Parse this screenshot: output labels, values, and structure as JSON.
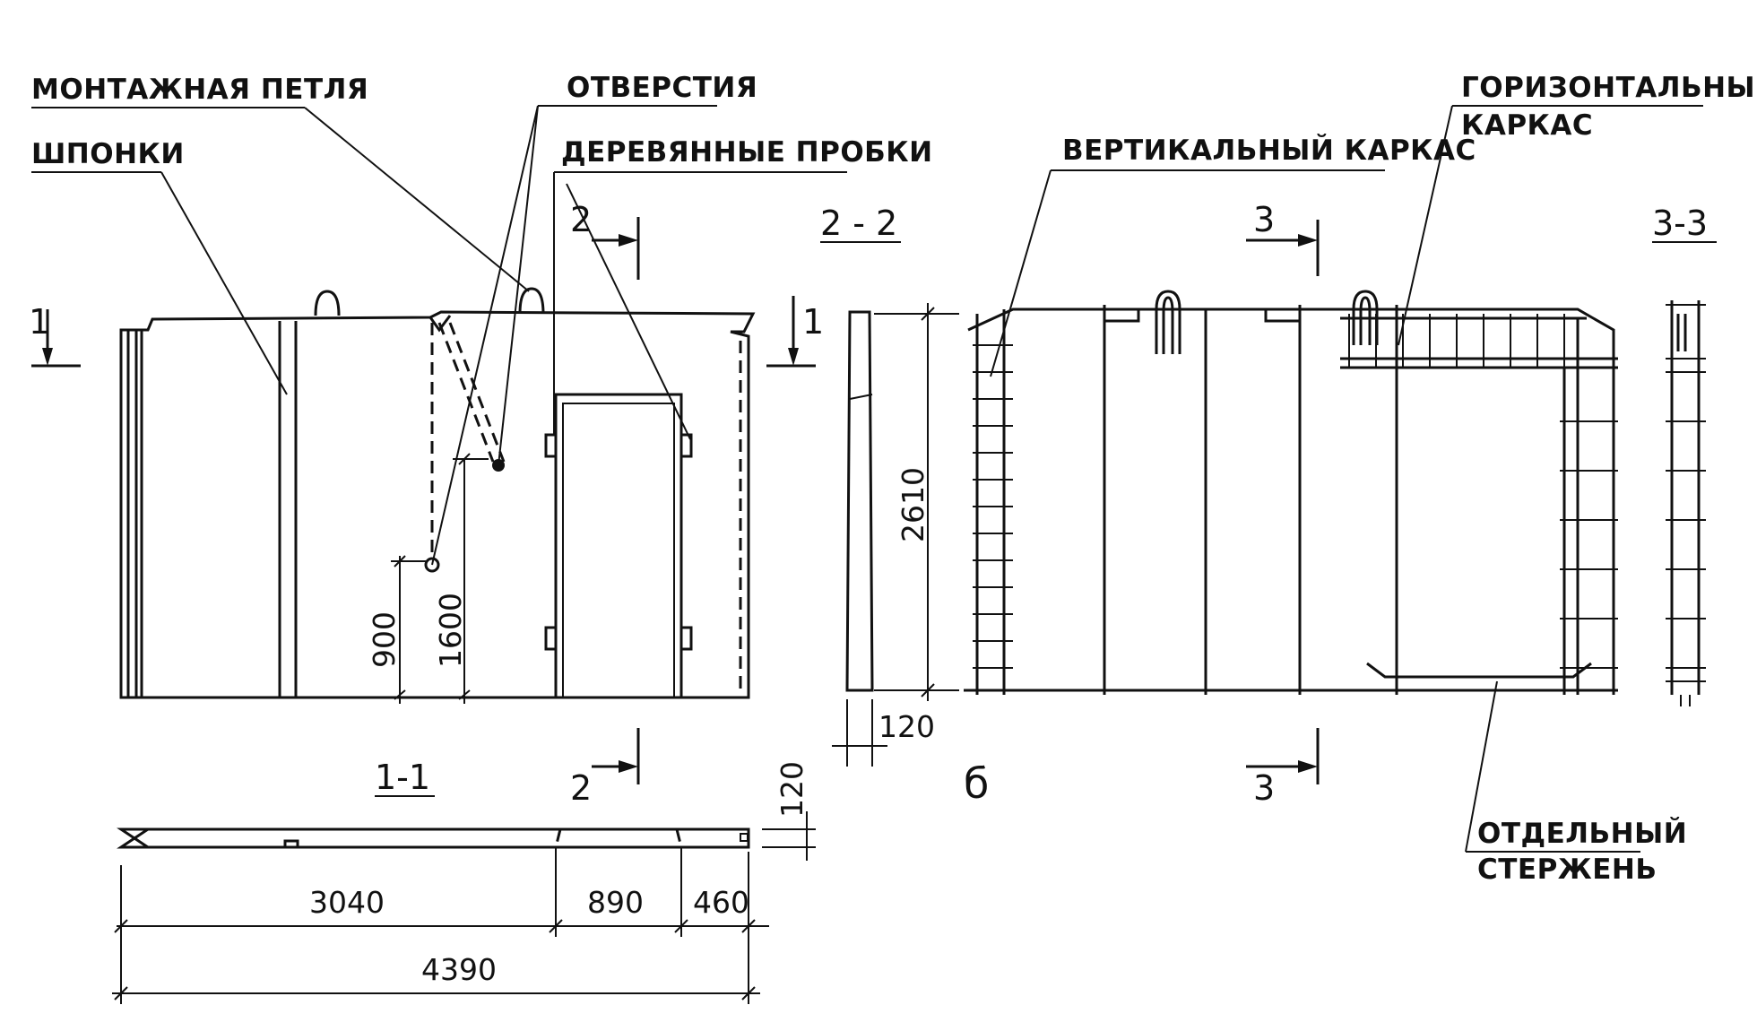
{
  "labels": {
    "mounting_loop": "МОНТАЖНАЯ ПЕТЛЯ",
    "keys": "ШПОНКИ",
    "holes": "ОТВЕРСТИЯ",
    "wooden_plugs": "ДЕРЕВЯННЫЕ ПРОБКИ",
    "vertical_frame": "ВЕРТИКАЛЬНЫЙ КАРКАС",
    "horizontal_frame_line1": "ГОРИЗОНТАЛЬНЫЙ",
    "horizontal_frame_line2": "КАРКАС",
    "separate_bar_line1": "ОТДЕЛЬНЫЙ",
    "separate_bar_line2": "СТЕРЖЕНЬ",
    "letter_b": "б"
  },
  "sections": {
    "s11": "1-1",
    "s22": "2 - 2",
    "s33": "3-3",
    "mark1": "1",
    "mark2": "2",
    "mark3": "3"
  },
  "dimensions": {
    "h900": "900",
    "h1600": "1600",
    "h2610": "2610",
    "t120_side": "120",
    "t120_plan": "120",
    "w3040": "3040",
    "w890": "890",
    "w460": "460",
    "w4390": "4390"
  }
}
